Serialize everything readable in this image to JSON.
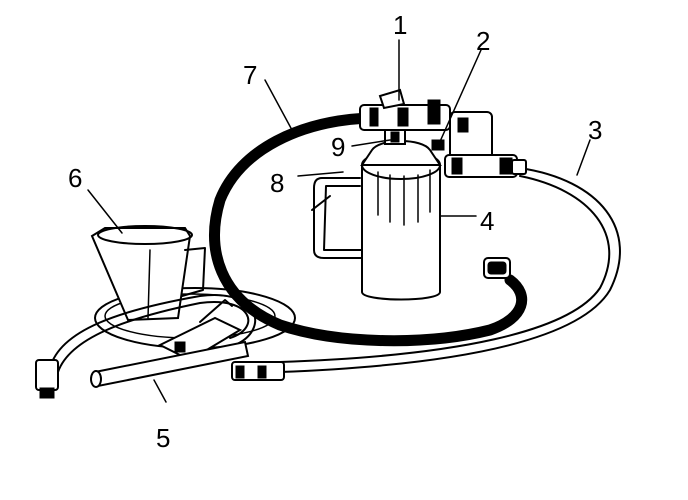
{
  "callouts": {
    "c1": "1",
    "c2": "2",
    "c3": "3",
    "c4": "4",
    "c5": "5",
    "c6": "6",
    "c7": "7",
    "c8": "8",
    "c9": "9"
  },
  "colors": {
    "line": "#000000",
    "background": "#ffffff"
  }
}
